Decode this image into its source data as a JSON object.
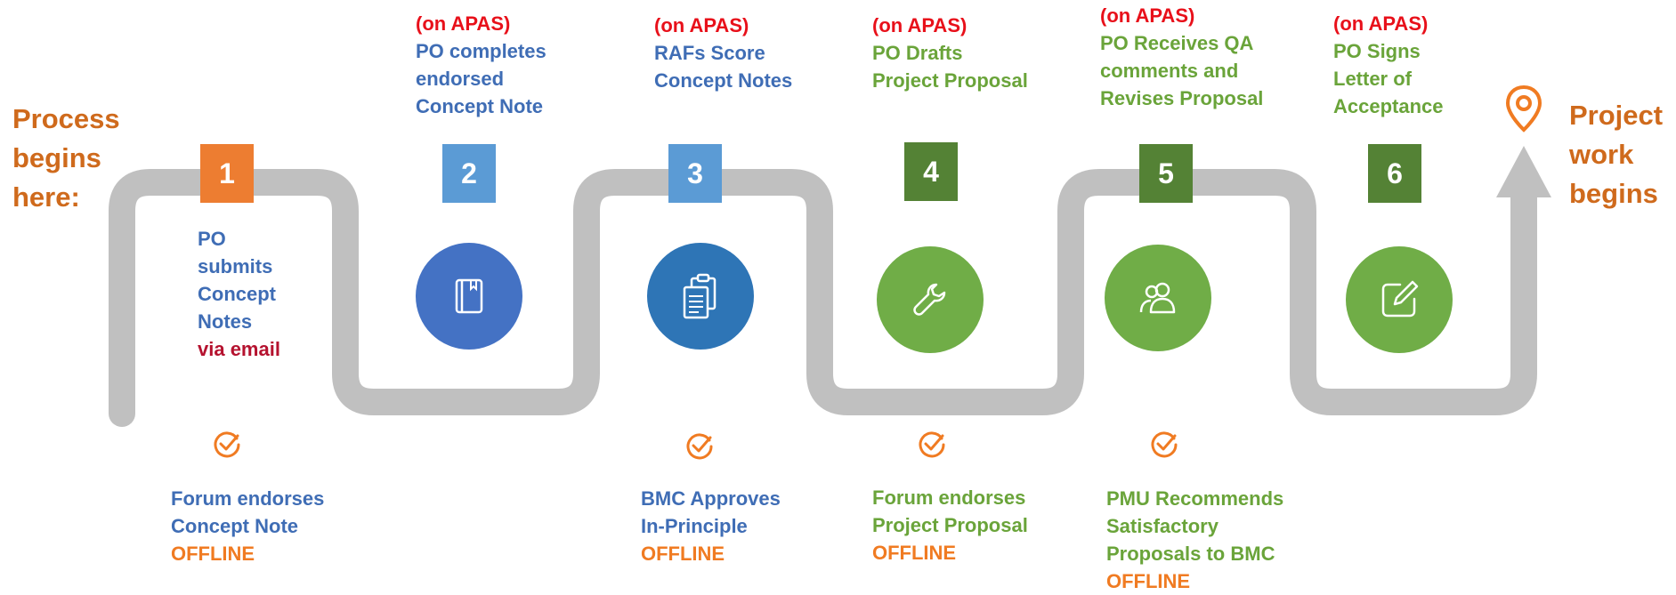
{
  "start_label": [
    "Process",
    "begins",
    "here:"
  ],
  "end_label": [
    "Project",
    "work",
    "begins"
  ],
  "colors": {
    "path": "#c0c0c0",
    "orange": "#f07b22",
    "light_blue": "#5b9bd5",
    "dark_green": "#548235",
    "blue_circle": "#4472c4",
    "mid_blue_circle": "#2e75b6",
    "green_circle": "#70ad47",
    "red": "#e8101a"
  },
  "steps": [
    {
      "number": "1",
      "badge_color": "#ed7d31",
      "lines": [
        "PO",
        "submits",
        "Concept",
        "Notes"
      ],
      "extra": "via email",
      "icon": "none"
    },
    {
      "number": "2",
      "badge_color": "#5b9bd5",
      "tag": "(on APAS)",
      "lines": [
        "PO completes",
        "endorsed",
        "Concept Note"
      ],
      "icon": "book-icon"
    },
    {
      "number": "3",
      "badge_color": "#5b9bd5",
      "tag": "(on APAS)",
      "lines": [
        "RAFs Score",
        "Concept Notes"
      ],
      "icon": "clipboard-icon"
    },
    {
      "number": "4",
      "badge_color": "#548235",
      "tag": "(on APAS)",
      "lines": [
        "PO Drafts",
        "Project Proposal"
      ],
      "icon": "wrench-icon"
    },
    {
      "number": "5",
      "badge_color": "#548235",
      "tag": "(on APAS)",
      "lines": [
        "PO Receives QA",
        "comments and",
        "Revises Proposal"
      ],
      "icon": "users-icon"
    },
    {
      "number": "6",
      "badge_color": "#548235",
      "tag": "(on APAS)",
      "lines": [
        "PO Signs",
        "Letter of",
        "Acceptance"
      ],
      "icon": "edit-icon"
    }
  ],
  "milestones": [
    {
      "lines": [
        "Forum endorses",
        "Concept Note"
      ],
      "status": "OFFLINE"
    },
    {
      "lines": [
        "BMC Approves",
        "In-Principle"
      ],
      "status": "OFFLINE"
    },
    {
      "lines": [
        "Forum endorses",
        "Project Proposal"
      ],
      "status": "OFFLINE"
    },
    {
      "lines": [
        "PMU Recommends",
        "Satisfactory",
        "Proposals to BMC"
      ],
      "status": "OFFLINE"
    }
  ]
}
